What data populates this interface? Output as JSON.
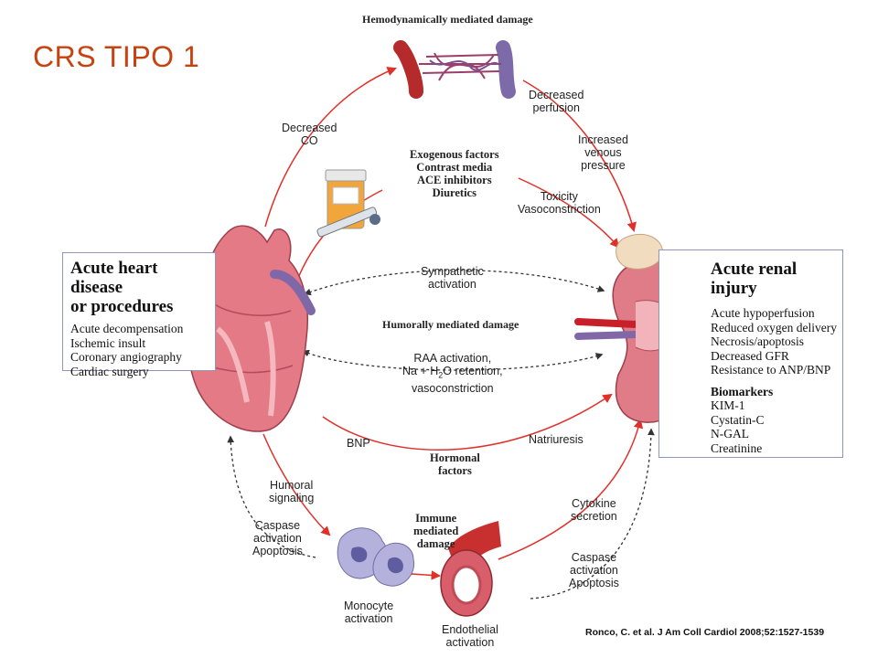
{
  "slide_title": "CRS TIPO 1",
  "top_title": "Hemodynamically mediated damage",
  "labels": {
    "decreased_co": [
      "Decreased",
      "CO"
    ],
    "decreased_perfusion": [
      "Decreased",
      "perfusion"
    ],
    "increased_venous": [
      "Increased",
      "venous",
      "pressure"
    ],
    "exogenous": [
      "Exogenous factors",
      "Contrast media",
      "ACE inhibitors",
      "Diuretics"
    ],
    "toxicity": [
      "Toxicity",
      "Vasoconstriction"
    ],
    "sympathetic": [
      "Sympathetic",
      "activation"
    ],
    "humoral_damage": "Humorally mediated damage",
    "raa_1": "RAA activation,",
    "raa_2_pre": "Na + H",
    "raa_2_sub": "2",
    "raa_2_post": "O retention,",
    "raa_3": "vasoconstriction",
    "bnp": "BNP",
    "natriuresis": "Natriuresis",
    "hormonal": [
      "Hormonal",
      "factors"
    ],
    "humoral_signaling": [
      "Humoral",
      "signaling"
    ],
    "caspase_left": [
      "Caspase",
      "activation",
      "Apoptosis"
    ],
    "immune": [
      "Immune",
      "mediated",
      "damage"
    ],
    "cytokine": [
      "Cytokine",
      "secretion"
    ],
    "caspase_right": [
      "Caspase",
      "activation",
      "Apoptosis"
    ],
    "monocyte": [
      "Monocyte",
      "activation"
    ],
    "endothelial": [
      "Endothelial",
      "activation"
    ]
  },
  "heart_box": {
    "title": [
      "Acute heart disease",
      "or procedures"
    ],
    "items": [
      "Acute decompensation",
      "Ischemic insult",
      "Coronary angiography",
      "Cardiac surgery"
    ]
  },
  "kidney_box": {
    "title": "Acute renal injury",
    "items": [
      "Acute hypoperfusion",
      "Reduced oxygen delivery",
      "Necrosis/apoptosis",
      "Decreased GFR",
      "Resistance to ANP/BNP"
    ],
    "biomarkers_title": "Biomarkers",
    "biomarkers": [
      "KIM-1",
      "Cystatin-C",
      "N-GAL",
      "Creatinine"
    ]
  },
  "citation": "Ronco, C. et al. J Am Coll Cardiol 2008;52:1527-1539",
  "colors": {
    "title": "#c9410f",
    "arrow_red": "#e0302a",
    "arrow_dark": "#333333",
    "box_border": "#8f96b8"
  }
}
